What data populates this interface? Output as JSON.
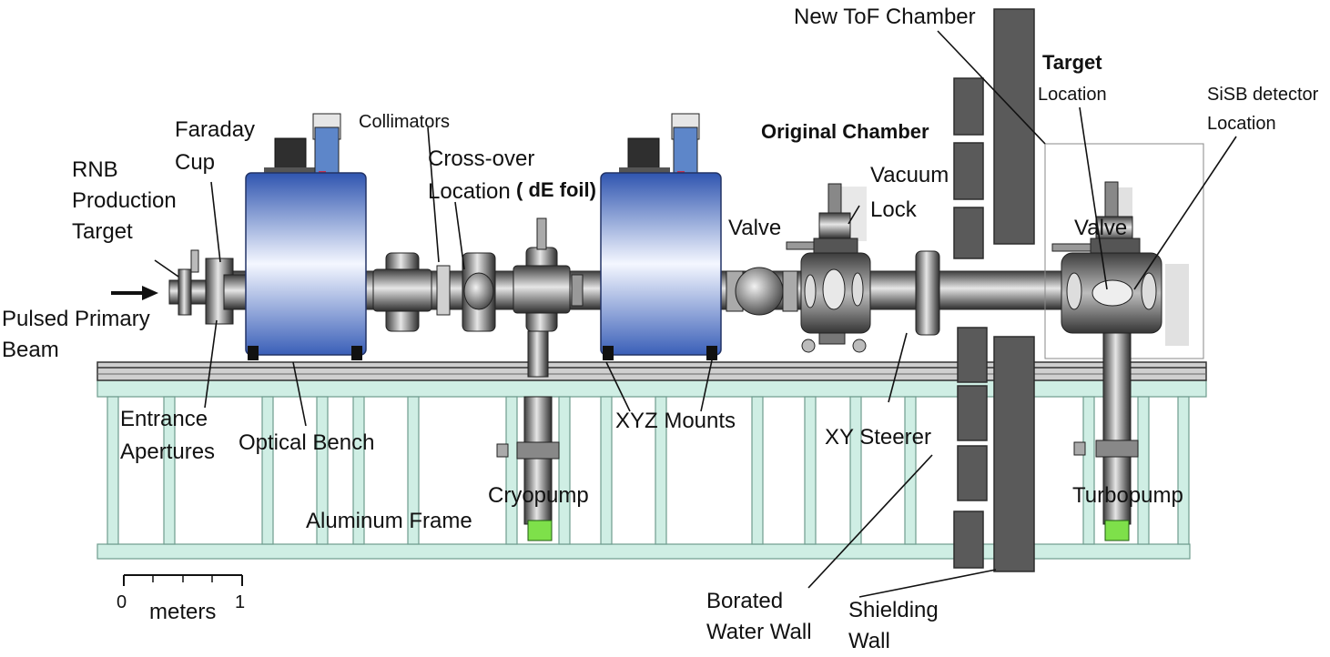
{
  "labels": {
    "pulsed_primary_beam": [
      "Pulsed Primary",
      "Beam"
    ],
    "rnb_target": [
      "RNB",
      "Production",
      "Target"
    ],
    "faraday_cup": [
      "Faraday",
      "Cup"
    ],
    "collimators": "Collimators",
    "cross_over": [
      "Cross-over",
      "Location"
    ],
    "de_foil": "( dE foil)",
    "entrance_apertures": [
      "Entrance",
      "Apertures"
    ],
    "optical_bench": "Optical Bench",
    "aluminum_frame": "Aluminum Frame",
    "cryopump": "Cryopump",
    "xyz_mounts": "XYZ Mounts",
    "valve_1": "Valve",
    "original_chamber": "Original Chamber",
    "vacuum_lock": [
      "Vacuum",
      "Lock"
    ],
    "xy_steerer": "XY Steerer",
    "new_tof_chamber": "New ToF Chamber",
    "target_location_bold": "Target",
    "target_location": "Location",
    "sisb_detector": [
      "SiSB detector",
      "Location"
    ],
    "valve_2": "Valve",
    "turbopump": "Turbopump",
    "borated_water_wall": [
      "Borated",
      "Water Wall"
    ],
    "shielding_wall": [
      "Shielding",
      "Wall"
    ]
  },
  "scale_bar": {
    "start": "0",
    "end": "1",
    "unit": "meters"
  },
  "colors": {
    "magnet_blue": "#3f63b8",
    "frame_green": "#cfeee4",
    "shield_gray": "#5a5a5a",
    "pump_green": "#7ee04a"
  }
}
